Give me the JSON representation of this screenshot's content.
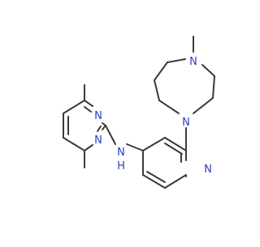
{
  "structure": {
    "kind": "skeletal-formula",
    "bond_color": "#3a3a3a",
    "carbon_color": "#3a3a3a",
    "nitrogen_color": "#2b3cc7"
  },
  "atoms": {
    "n_pyrimidine_top": "N",
    "n_pyrimidine_bottom": "N",
    "nh_label": "N",
    "nh_h": "H",
    "n_pyridine": "N",
    "n_diazepane_attach": "N",
    "n_diazepane_methyl": "N"
  }
}
